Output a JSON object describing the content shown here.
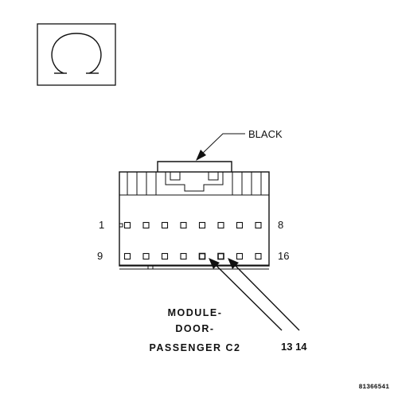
{
  "symbol": {
    "icon": "ohm-icon"
  },
  "labels": {
    "color": "BLACK",
    "pin_first_top": "1",
    "pin_last_top": "8",
    "pin_first_bottom": "9",
    "pin_last_bottom": "16",
    "pins_called_out": "13 14",
    "module_line1": "MODULE-",
    "module_line2": "DOOR-",
    "module_line3": "PASSENGER C2",
    "figure_id": "81366541"
  },
  "connector": {
    "rows": [
      {
        "pins": [
          1,
          2,
          3,
          4,
          5,
          6,
          7,
          8
        ]
      },
      {
        "pins": [
          9,
          10,
          11,
          12,
          13,
          14,
          15,
          16
        ]
      }
    ],
    "highlighted_pins": [
      13,
      14
    ]
  }
}
